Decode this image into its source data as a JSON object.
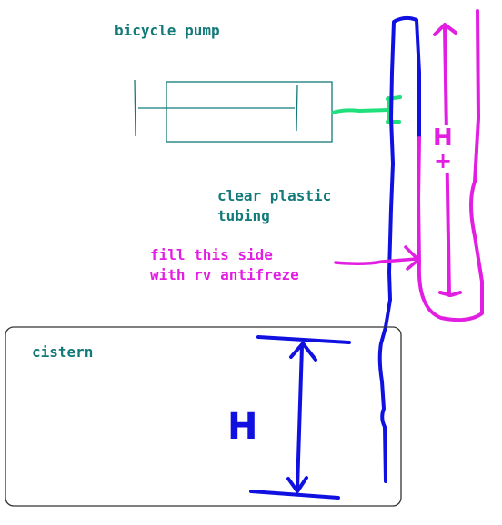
{
  "labels": {
    "bicycle_pump": "bicycle pump",
    "tubing_line1": "clear plastic",
    "tubing_line2": "tubing",
    "fill_line1": "fill this side",
    "fill_line2": "with rv antifreze",
    "cistern": "cistern"
  },
  "handwritten": {
    "height_mark": "H",
    "height_mark_plus": "H +"
  },
  "colors": {
    "teal": "#137a7a",
    "blue": "#1010e0",
    "magenta": "#e31ee3",
    "green": "#1fe07a",
    "box_stroke": "#333333"
  }
}
